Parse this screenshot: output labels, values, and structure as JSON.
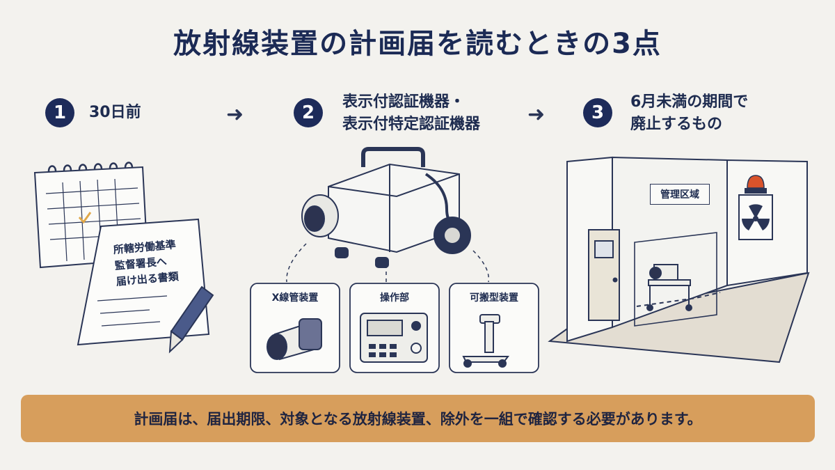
{
  "title": "放射線装置の計画届を読むときの3点",
  "steps": [
    {
      "num": "1",
      "lines": [
        "30日前"
      ]
    },
    {
      "num": "2",
      "lines": [
        "表示付認証機器・",
        "表示付特定認証機器"
      ]
    },
    {
      "num": "3",
      "lines": [
        "6月未満の期間で",
        "廃止するもの"
      ]
    }
  ],
  "document": {
    "lines": [
      "所轄労働基準",
      "監督署長へ",
      "届け出る書類"
    ]
  },
  "components": [
    "X線管装置",
    "操作部",
    "可搬型装置"
  ],
  "zone_label": "管理区域",
  "footer": "計画届は、届出期限、対象となる放射線装置、除外を一組で確認する必要があります。",
  "colors": {
    "navy": "#1d2b5a",
    "accent": "#d79e5c",
    "background": "#f3f2ee",
    "alarm": "#d9532b"
  }
}
